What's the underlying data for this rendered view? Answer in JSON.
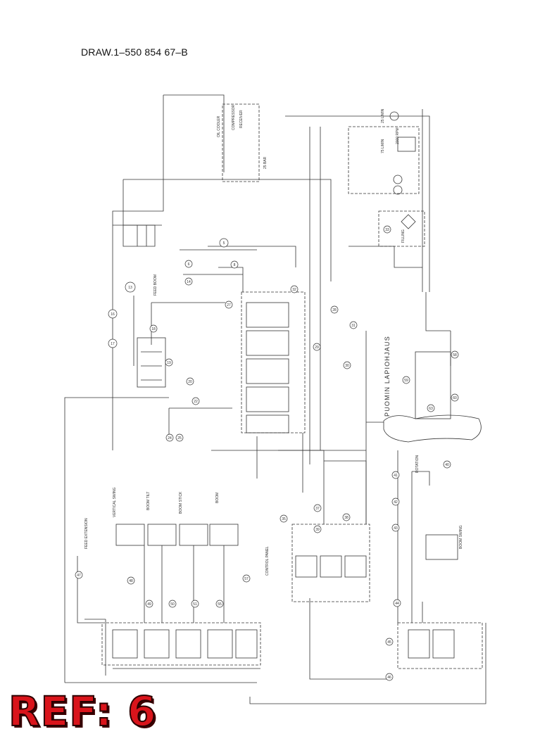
{
  "drawing": {
    "number": "DRAW.1–550 854 67–B"
  },
  "stamp": {
    "label": "REF: 6"
  },
  "side_panel": {
    "title": "PUOMIN LAPIOHJAUS"
  },
  "labels": {
    "oil_cooler": "OIL COOLER",
    "compressor": "COMPRESSOR",
    "receiver": "RECEIVER",
    "filling": "FILLING",
    "feed_boom": "FEED BOOM",
    "vertical_swing": "VERTICAL SWING",
    "boom_tilt": "BOOM TILT",
    "boom_stick": "BOOM STICK",
    "boom": "BOOM",
    "feed_extension": "FEED EXTENSION",
    "control_panel": "CONTROL PANEL",
    "rotation": "ROTATION",
    "boom_swing": "BOOM SWING",
    "pressure_1": "25 L/MIN",
    "pressure_2": "75 L/MIN",
    "pressure_3": "25 BAR",
    "rpm": "2000 RPM"
  },
  "callouts": [
    "5",
    "6",
    "8",
    "13",
    "14",
    "16",
    "17",
    "18",
    "19",
    "20",
    "22",
    "24",
    "25",
    "27",
    "28",
    "29",
    "30",
    "31",
    "32",
    "33",
    "35",
    "37",
    "38",
    "39",
    "40",
    "41",
    "42",
    "43",
    "44",
    "45",
    "46",
    "47",
    "48",
    "49",
    "50",
    "51",
    "55",
    "57",
    "58",
    "59",
    "60",
    "63"
  ],
  "colors": {
    "stamp_fill": "#d9141b",
    "line": "#333333"
  }
}
